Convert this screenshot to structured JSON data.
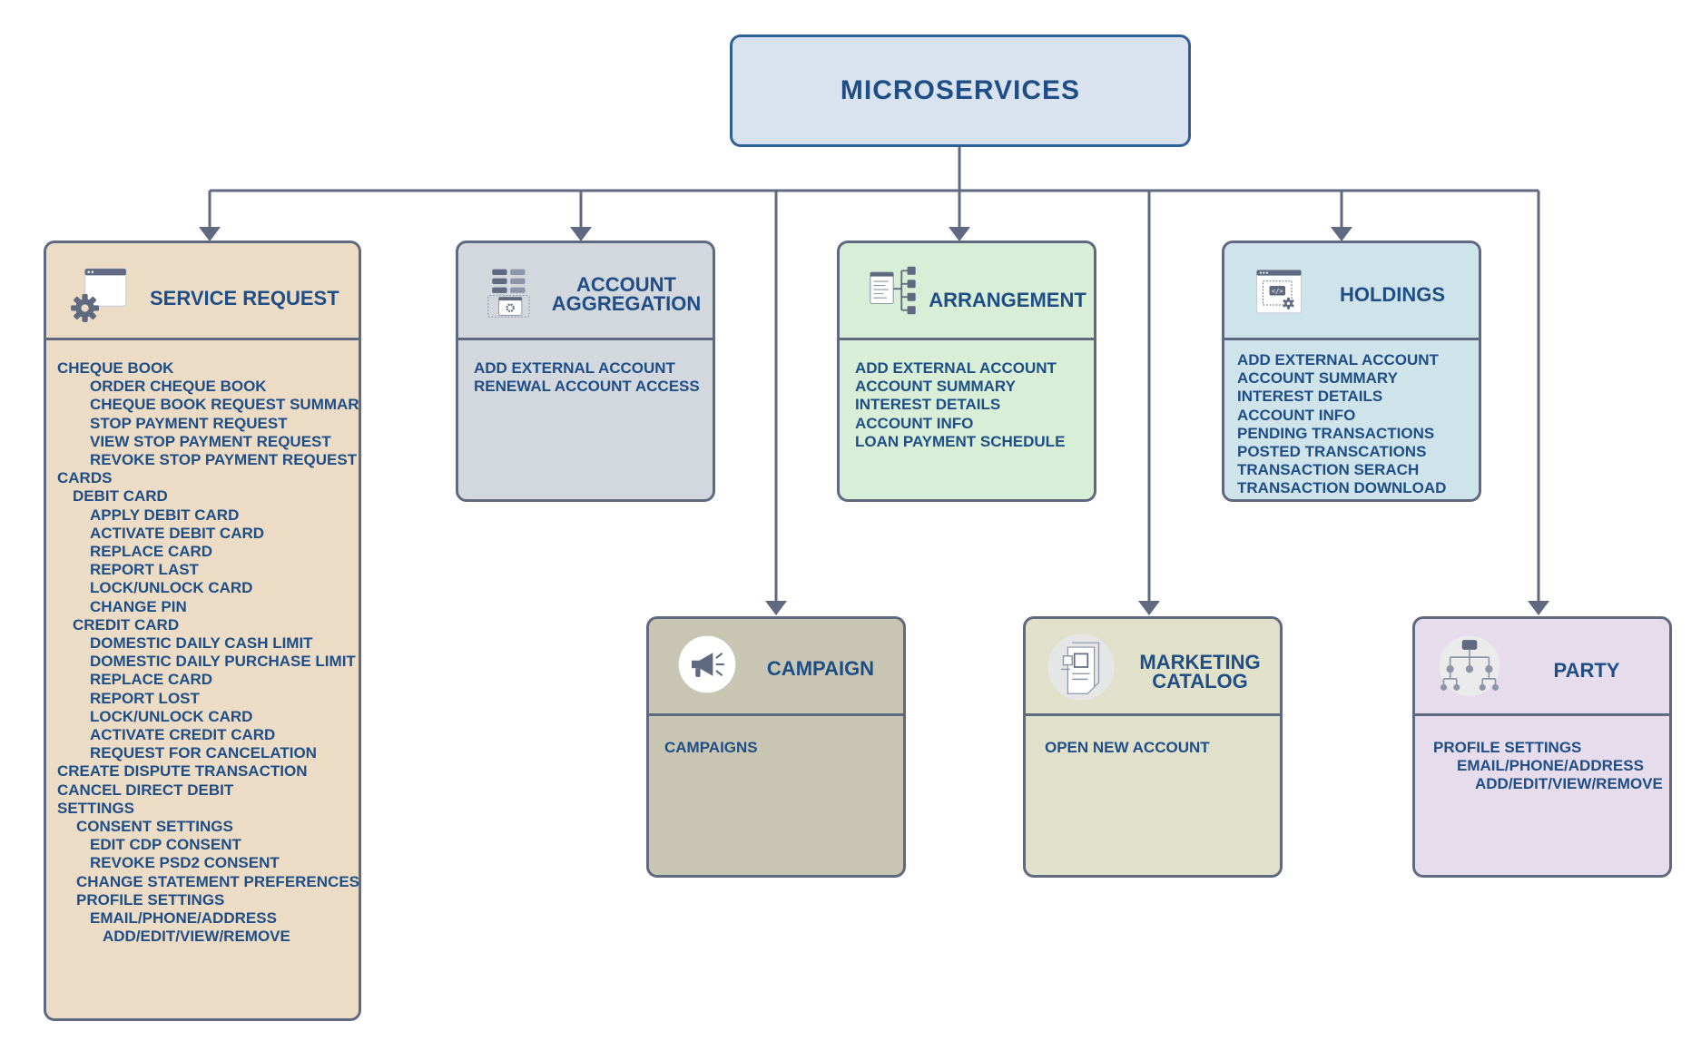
{
  "root": {
    "title": "MICROSERVICES"
  },
  "colors": {
    "service_request": "#ecdcc6",
    "account_aggregation": "#d3d7de",
    "arrangement": "#d8eed7",
    "holdings": "#cfe3ea",
    "campaign": "#c8c6b3",
    "marketing_catalog": "#e1e0cb",
    "party": "#e6dcec",
    "text": "#1f4e86",
    "border": "#5f6a80"
  },
  "service_request": {
    "title": "SERVICE REQUEST",
    "icon": "gear-window-icon",
    "items": [
      "CHEQUE BOOK",
      "ORDER CHEQUE BOOK",
      "CHEQUE BOOK REQUEST SUMMARY",
      "STOP PAYMENT REQUEST",
      "VIEW STOP PAYMENT REQUEST",
      "REVOKE STOP PAYMENT REQUEST",
      "CARDS",
      "DEBIT CARD",
      "APPLY DEBIT CARD",
      "ACTIVATE DEBIT CARD",
      "REPLACE CARD",
      "REPORT LAST",
      "LOCK/UNLOCK CARD",
      "CHANGE PIN",
      "CREDIT CARD",
      "DOMESTIC DAILY CASH LIMIT",
      "DOMESTIC DAILY PURCHASE LIMIT",
      "REPLACE CARD",
      "REPORT LOST",
      "LOCK/UNLOCK CARD",
      "ACTIVATE CREDIT CARD",
      "REQUEST FOR CANCELATION",
      "CREATE DISPUTE TRANSACTION",
      "CANCEL DIRECT DEBIT",
      "SETTINGS",
      "CONSENT SETTINGS",
      "EDIT CDP CONSENT",
      "REVOKE PSD2 CONSENT",
      "CHANGE STATEMENT PREFERENCES",
      "PROFILE SETTINGS",
      "EMAIL/PHONE/ADDRESS",
      "ADD/EDIT/VIEW/REMOVE"
    ]
  },
  "account_aggregation": {
    "title": "ACCOUNT AGGREGATION",
    "icon": "database-settings-icon",
    "items": [
      "ADD EXTERNAL ACCOUNT",
      "RENEWAL ACCOUNT ACCESS"
    ]
  },
  "arrangement": {
    "title": "ARRANGEMENT",
    "icon": "document-tree-icon",
    "items": [
      "ADD EXTERNAL ACCOUNT",
      "ACCOUNT SUMMARY",
      "INTEREST DETAILS",
      "ACCOUNT INFO",
      "LOAN PAYMENT SCHEDULE"
    ]
  },
  "holdings": {
    "title": "HOLDINGS",
    "icon": "code-window-icon",
    "items": [
      "ADD EXTERNAL ACCOUNT",
      "ACCOUNT SUMMARY",
      "INTEREST DETAILS",
      "ACCOUNT INFO",
      "PENDING TRANSACTIONS",
      "POSTED TRANSCATIONS",
      "TRANSACTION SERACH",
      "TRANSACTION DOWNLOAD"
    ]
  },
  "campaign": {
    "title": "CAMPAIGN",
    "icon": "megaphone-icon",
    "items": [
      "CAMPAIGNS"
    ]
  },
  "marketing_catalog": {
    "title": "MARKETING CATALOG",
    "icon": "catalog-document-icon",
    "items": [
      "OPEN NEW ACCOUNT"
    ]
  },
  "party": {
    "title": "PARTY",
    "icon": "org-hierarchy-icon",
    "items": [
      "PROFILE SETTINGS",
      "EMAIL/PHONE/ADDRESS",
      "ADD/EDIT/VIEW/REMOVE"
    ]
  }
}
